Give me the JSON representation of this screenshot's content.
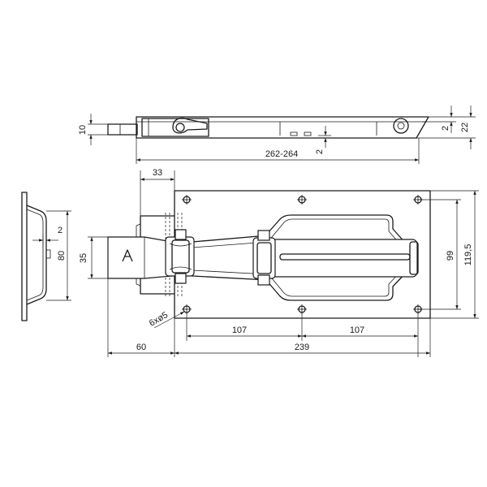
{
  "drawing": {
    "top_view": {
      "thickness_left": "10",
      "thickness_right_small": "2",
      "height_right": "22",
      "length": "262-264",
      "gap": "2"
    },
    "side_view": {
      "flange": "2",
      "height": "80"
    },
    "front_view": {
      "offset_top": "33",
      "bolt_height": "35",
      "inner_height": "99",
      "plate_height": "119,5",
      "holes": "6xø5",
      "spacing_left": "107",
      "spacing_right": "107",
      "overhang": "60",
      "plate_length": "239"
    }
  }
}
